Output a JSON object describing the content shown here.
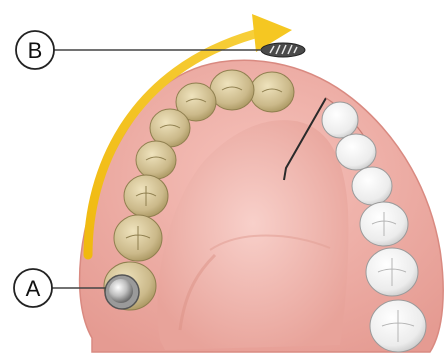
{
  "callouts": [
    {
      "id": "A",
      "label": "A",
      "target": "spherical-marker"
    },
    {
      "id": "B",
      "label": "B",
      "target": "scan-body"
    }
  ],
  "colors": {
    "gum": "#efb0a8",
    "gum_dark": "#d9877f",
    "palate": "#f4c1b9",
    "scanned_teeth": "#d6c79a",
    "unscanned_teeth": "#f6f6f6",
    "arrow": "#f3c21d",
    "leader_line": "#444444"
  },
  "icons": {
    "direction_arrow": "curved-arrow-right",
    "marker_a": "sphere-marker",
    "marker_b": "striped-ellipse"
  }
}
